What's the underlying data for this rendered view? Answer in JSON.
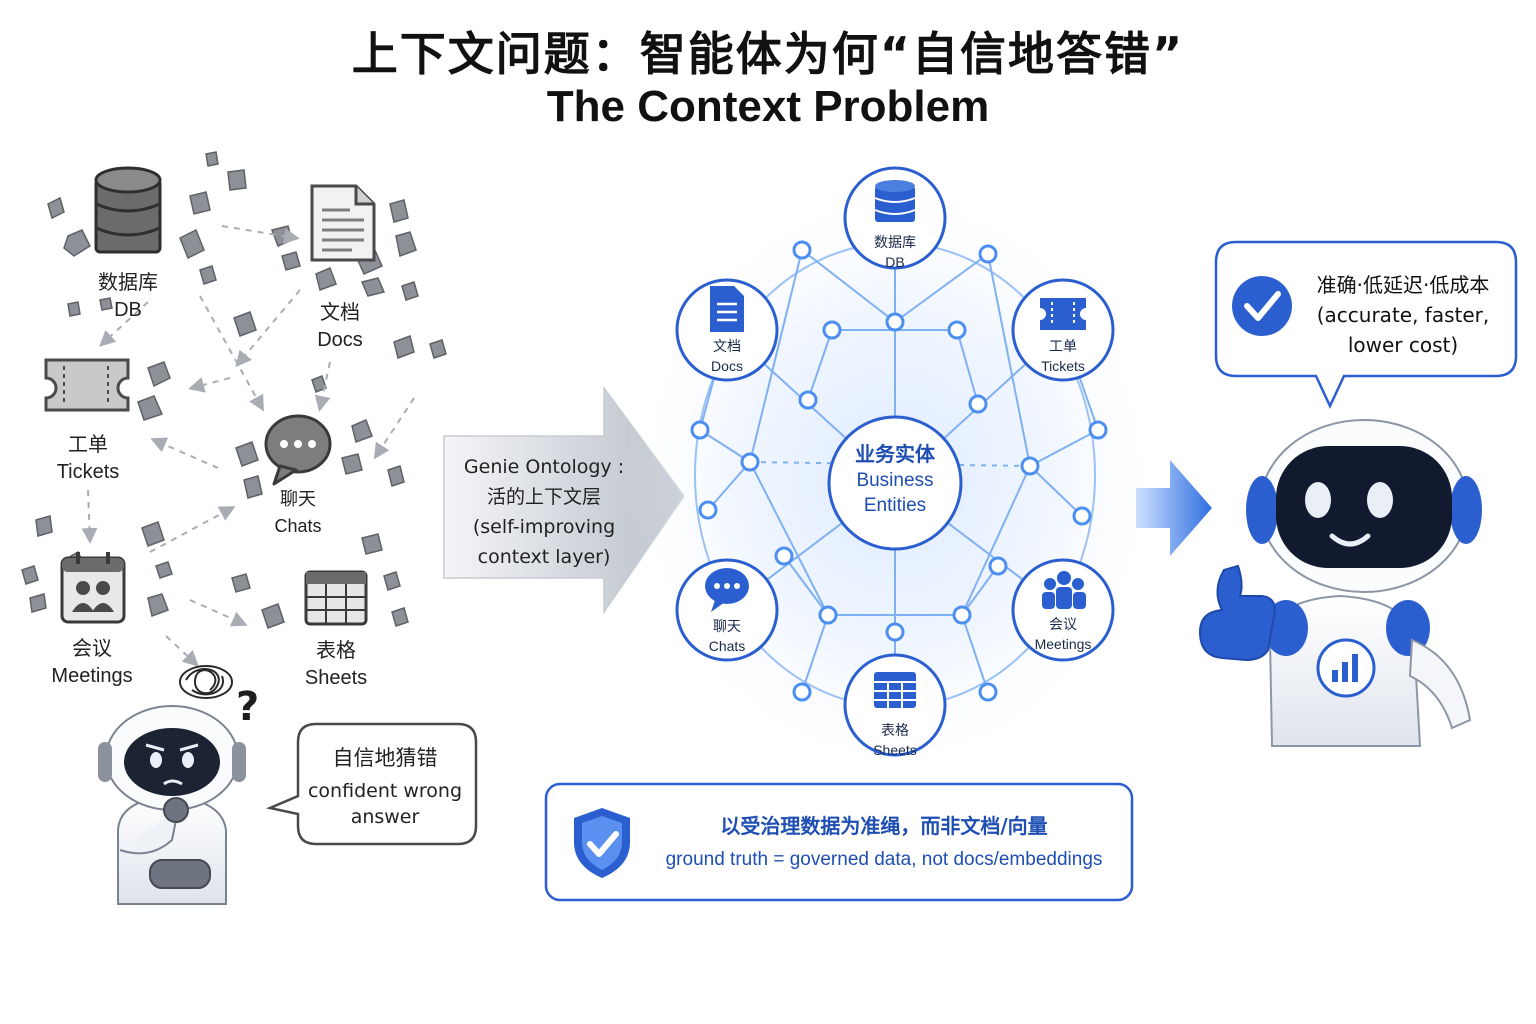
{
  "title": {
    "zh": "上下文问题：智能体为何“自信地答错”",
    "en": "The Context Problem"
  },
  "left_sources": [
    {
      "id": "db",
      "zh": "数据库",
      "en": "DB",
      "icon": "database-icon"
    },
    {
      "id": "docs",
      "zh": "文档",
      "en": "Docs",
      "icon": "document-icon"
    },
    {
      "id": "tickets",
      "zh": "工单",
      "en": "Tickets",
      "icon": "ticket-icon"
    },
    {
      "id": "chats",
      "zh": "聊天",
      "en": "Chats",
      "icon": "chat-bubble-icon"
    },
    {
      "id": "meetings",
      "zh": "会议",
      "en": "Meetings",
      "icon": "calendar-people-icon"
    },
    {
      "id": "sheets",
      "zh": "表格",
      "en": "Sheets",
      "icon": "spreadsheet-icon"
    }
  ],
  "left_bubble": {
    "zh": "自信地猜错",
    "en": "confident wrong answer"
  },
  "arrow": {
    "line1": "Genie Ontology :",
    "line2": "活的上下文层",
    "line3": "(self-improving",
    "line4": "context layer)"
  },
  "center": {
    "zh": "业务实体",
    "en1": "Business",
    "en2": "Entities"
  },
  "network_nodes": [
    {
      "id": "db",
      "zh": "数据库",
      "en": "DB",
      "icon": "database-icon"
    },
    {
      "id": "docs",
      "zh": "文档",
      "en": "Docs",
      "icon": "document-icon"
    },
    {
      "id": "tickets",
      "zh": "工单",
      "en": "Tickets",
      "icon": "ticket-icon"
    },
    {
      "id": "chats",
      "zh": "聊天",
      "en": "Chats",
      "icon": "chat-bubble-icon"
    },
    {
      "id": "meetings",
      "zh": "会议",
      "en": "Meetings",
      "icon": "people-group-icon"
    },
    {
      "id": "sheets",
      "zh": "表格",
      "en": "Sheets",
      "icon": "spreadsheet-icon"
    }
  ],
  "banner": {
    "zh": "以受治理数据为准绳，而非文档/向量",
    "en": "ground truth = governed data, not docs/embeddings",
    "icon": "shield-check-icon"
  },
  "right_bubble": {
    "line1": "准确·低延迟·低成本",
    "line2": "(accurate, faster,",
    "line3": "lower cost)",
    "icon": "check-circle-icon"
  },
  "colors": {
    "accent": "#2b5fd0",
    "accent_light": "#6fa3ef",
    "gray_icon": "#6b6b6b",
    "text": "#111111"
  }
}
